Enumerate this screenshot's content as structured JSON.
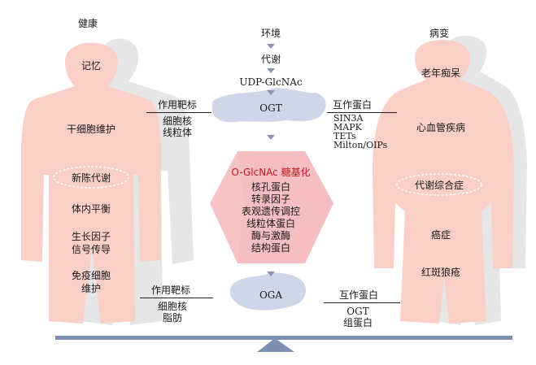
{
  "left": {
    "title": "健康",
    "items": [
      "记忆",
      "干细胞维护",
      "新陈代谢",
      "体内平衡",
      "生长因子",
      "信号传导",
      "免疫细胞",
      "维护"
    ]
  },
  "right": {
    "title": "病变",
    "items": [
      "老年痴呆",
      "心血管疾病",
      "代谢综合症",
      "癌症",
      "红斑狼疮"
    ]
  },
  "center": {
    "env": "环境",
    "metab": "代谢",
    "udp": "UDP-GlcNAc",
    "ogt": "OGT",
    "oga": "OGA",
    "hex_title": "O-GlcNAc 糖基化",
    "hex_items": [
      "核孔蛋白",
      "转录因子",
      "表观遗传调控",
      "线粒体蛋白",
      "酶与激酶",
      "结构蛋白"
    ]
  },
  "ogt_targets": {
    "label": "作用靶标",
    "items": [
      "细胞核",
      "线粒体"
    ]
  },
  "ogt_partners": {
    "label": "互作蛋白",
    "items": [
      "SIN3A",
      "MAPK",
      "TETs",
      "Milton/OIPs"
    ]
  },
  "oga_targets": {
    "label": "作用靶标",
    "items": [
      "细胞核",
      "脂肪"
    ]
  },
  "oga_partners": {
    "label": "互作蛋白",
    "items": [
      "OGT",
      "组蛋白"
    ]
  },
  "colors": {
    "body_fill": "#f9cfc8",
    "shadow": "#e6e6e6",
    "hex_fill": "#f6c4c6",
    "hex_title": "#c0181f",
    "scale_bar": "#7f8fb2",
    "protein": "#c8d3e6"
  }
}
